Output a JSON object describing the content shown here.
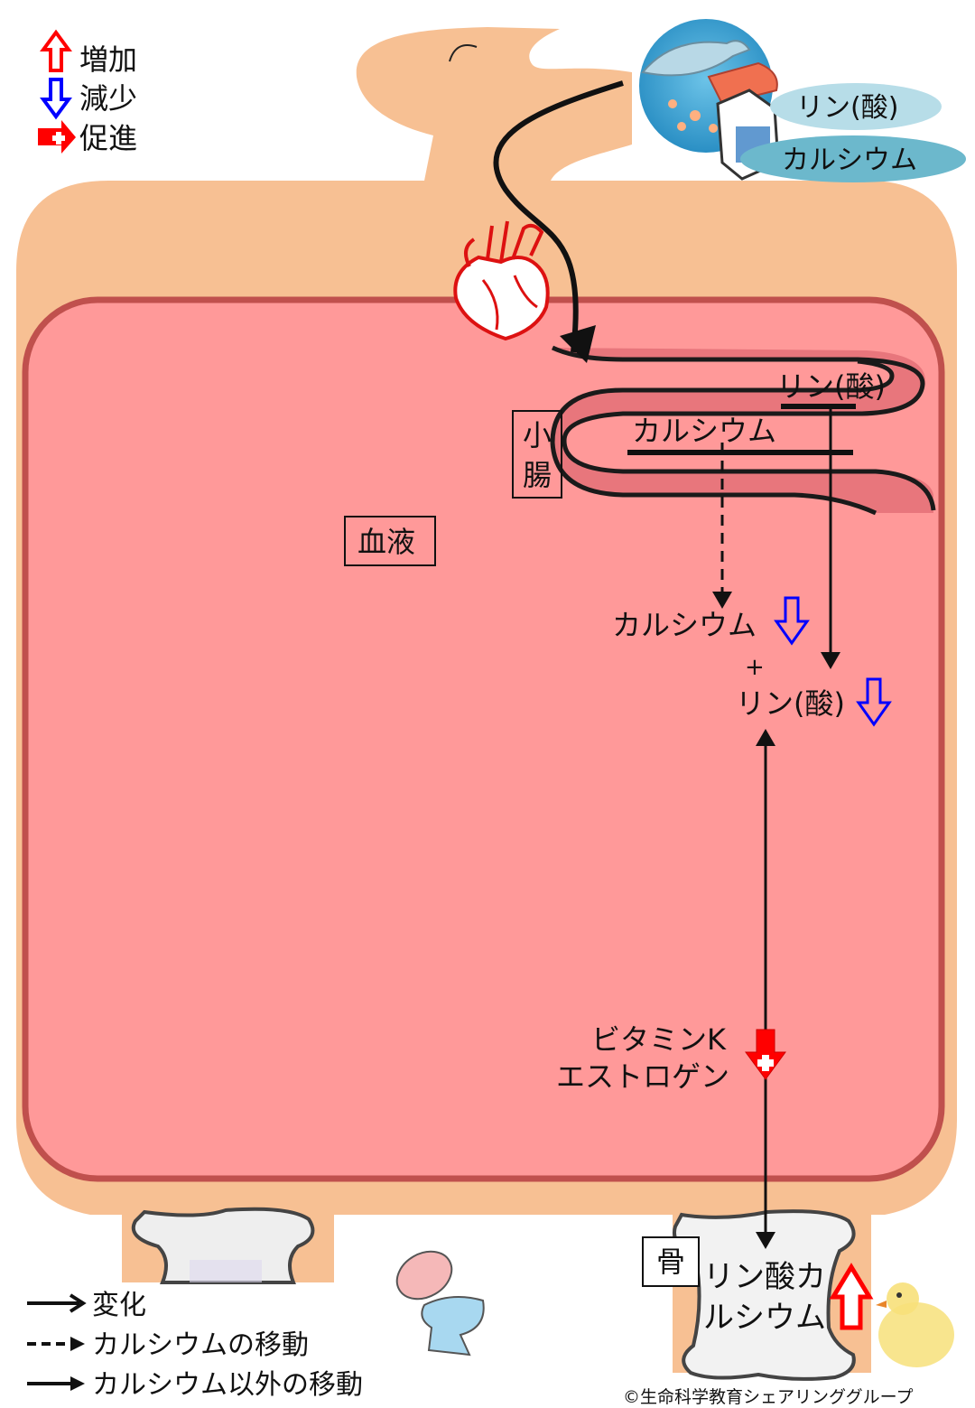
{
  "legend_top": {
    "increase": "増加",
    "decrease": "減少",
    "promote": "促進"
  },
  "food": {
    "phosphorus": "リン(酸)",
    "calcium": "カルシウム"
  },
  "intestine": {
    "box_line1": "小",
    "box_line2": "腸",
    "phosphorus": "リン(酸)",
    "calcium": "カルシウム"
  },
  "blood": {
    "box": "血液",
    "calcium": "カルシウム",
    "plus": "+",
    "phosphorus": "リン(酸)"
  },
  "promoters": {
    "line1": "ビタミンK",
    "line2": "エストロゲン"
  },
  "bone": {
    "box": "骨",
    "line1": "リン酸カ",
    "line2": "ルシウム"
  },
  "legend_bottom": {
    "change": "変化",
    "calcium_move": "カルシウムの移動",
    "other_move": "カルシウム以外の移動"
  },
  "credit": "©生命科学教育シェアリンググループ",
  "colors": {
    "body": "#f7c093",
    "blood": "#ff9999",
    "blood_border": "#c0504d",
    "intestine": "#e8767c",
    "increase_arrow": "#ff0000",
    "decrease_arrow": "#0000ff",
    "bubble": "#b7dde8"
  }
}
